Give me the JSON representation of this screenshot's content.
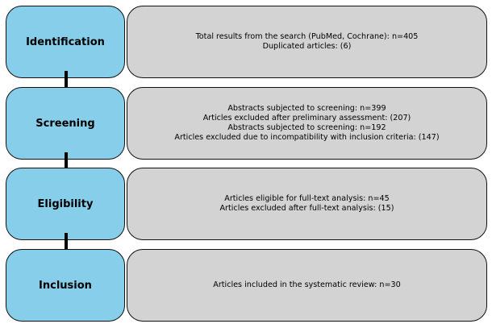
{
  "colors": {
    "stage_fill": "#87ceeb",
    "box_fill": "#d3d3d3",
    "outline": "#111111",
    "arrow": "#000000"
  },
  "stages": [
    {
      "label": "Identification",
      "lines": [
        "Total results from the search (PubMed, Cochrane): n=405",
        "Duplicated articles: (6)"
      ]
    },
    {
      "label": "Screening",
      "lines": [
        "Abstracts subjected to screening: n=399",
        "Articles excluded after preliminary assessment: (207)",
        "Abstracts subjected to screening: n=192",
        "Articles excluded due to incompatibility with inclusion criteria: (147)"
      ]
    },
    {
      "label": "Eligibility",
      "lines": [
        "Articles eligible for full-text analysis: n=45",
        "Articles excluded after full-text analysis: (15)"
      ]
    },
    {
      "label": "Inclusion",
      "lines": [
        "Articles included in the systematic review: n=30"
      ]
    }
  ]
}
